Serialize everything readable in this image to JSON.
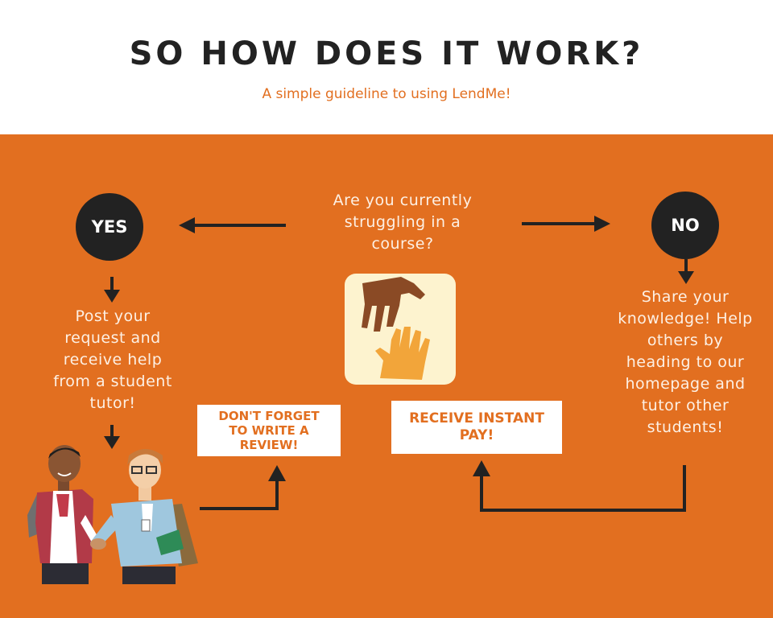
{
  "header": {
    "title": "SO HOW DOES IT WORK?",
    "subtitle": "A simple guideline to using LendMe!"
  },
  "flow": {
    "question_lines": [
      "Are you currently",
      "struggling in a",
      "course?"
    ],
    "yes_label": "YES",
    "no_label": "NO",
    "yes_text_lines": [
      "Post your",
      "request and",
      "receive help",
      "from a student",
      "tutor!"
    ],
    "no_text_lines": [
      "Share your",
      "knowledge! Help",
      "others by",
      "heading to our",
      "homepage and",
      "tutor other",
      "students!"
    ],
    "review_box_lines": [
      "DON'T FORGET",
      "TO WRITE A",
      "REVIEW!"
    ],
    "pay_box_lines": [
      "RECEIVE INSTANT",
      "PAY!"
    ]
  },
  "colors": {
    "panel_background": "#e26f20",
    "dark": "#222222",
    "header_background": "#ffffff",
    "accent_text": "#e26f20"
  },
  "icons": {
    "hands": "helping-hands-icon",
    "people": "students-handshake-illustration"
  }
}
